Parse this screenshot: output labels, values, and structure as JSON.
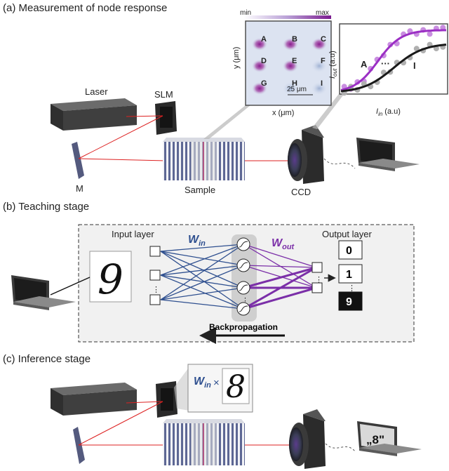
{
  "panel_a": {
    "heading": "(a) Measurement of node response",
    "laser_label": "Laser",
    "slm_label": "SLM",
    "mirror_label": "M",
    "sample_label": "Sample",
    "ccd_label": "CCD",
    "camera_image": {
      "scale_min": "min",
      "scale_max": "max",
      "y_label": "y (μm)",
      "x_label": "x (μm)",
      "scalebar_label": "25 μm",
      "spot_labels": [
        "A",
        "B",
        "C",
        "D",
        "E",
        "F",
        "G",
        "H",
        "I"
      ]
    },
    "response_plot": {
      "y_label_main": "I",
      "y_label_sub": "out",
      "y_label_unit": "(a.u)",
      "x_label_main": "I",
      "x_label_sub": "in",
      "x_label_unit": "(a.u)",
      "label_a": "A",
      "label_dots": "···",
      "label_i": "I",
      "colors": {
        "A": "#9b2fc4",
        "I": "#1a1a1a",
        "A_points": "#c98ee0",
        "I_points": "#b0b0b0"
      }
    }
  },
  "panel_b": {
    "heading": "(b) Teaching stage",
    "input_layer_label": "Input layer",
    "output_layer_label": "Output layer",
    "w_in_main": "W",
    "w_in_sub": "in",
    "w_out_main": "W",
    "w_out_sub": "out",
    "digit": "9",
    "outputs": [
      "0",
      "1",
      "9"
    ],
    "vdots": "⋮",
    "backprop_label": "Backpropagation",
    "colors": {
      "w_in": "#2e4f8f",
      "w_out": "#7b2fa8"
    }
  },
  "panel_c": {
    "heading": "(c) Inference stage",
    "w_main": "W",
    "w_sub": "in",
    "times": "×",
    "digit": "8",
    "screen_text": "„8\""
  }
}
